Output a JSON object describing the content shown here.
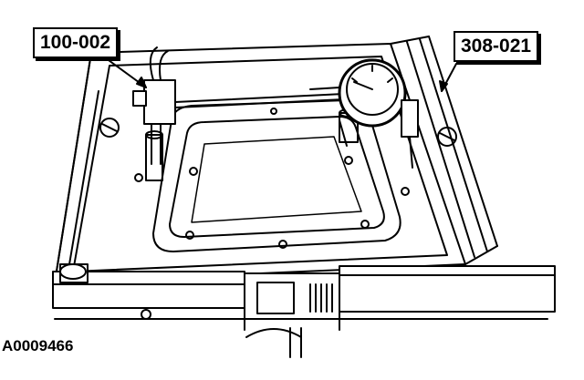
{
  "callouts": {
    "left_tool": "100-002",
    "right_tool": "308-021"
  },
  "figure_id": "A0009466",
  "colors": {
    "ink": "#000000",
    "paper": "#ffffff"
  },
  "icons": [
    "magnetic-base-icon",
    "dial-indicator-icon"
  ]
}
